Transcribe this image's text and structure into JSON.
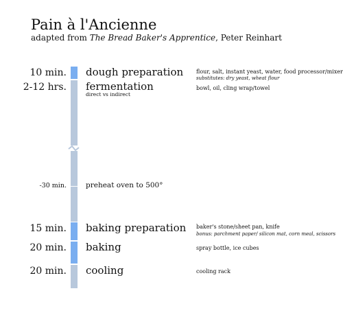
{
  "header": {
    "title": "Pain à l'Ancienne",
    "subtitle_prefix": "adapted from",
    "book": "The Bread Baker's Apprentice",
    "author": ", Peter Reinhart"
  },
  "colors": {
    "active": "#7aaef0",
    "track": "#b8c8dc",
    "divider": "#ffffff"
  },
  "steps": [
    {
      "duration": "10 min.",
      "label": "dough preparation",
      "note": "",
      "tools": "flour, salt, instant yeast, water, food processor/mixer",
      "alt": "substitutes: dry yeast, wheat flour"
    },
    {
      "duration": "2-12 hrs.",
      "label": "fermentation",
      "note": "direct vs indirect",
      "tools": "bowl, oil, cling wrap/towel",
      "alt": ""
    },
    {
      "duration": "-30 min.",
      "label": "preheat oven to 500°",
      "note": "",
      "tools": "",
      "alt": ""
    },
    {
      "duration": "15 min.",
      "label": "baking preparation",
      "note": "",
      "tools": "baker's stone/sheet pan, knife",
      "alt": "bonus: parchment paper/ silicon mat, corn meal, scissors"
    },
    {
      "duration": "20 min.",
      "label": "baking",
      "note": "",
      "tools": "spray bottle, ice cubes",
      "alt": ""
    },
    {
      "duration": "20 min.",
      "label": "cooling",
      "note": "",
      "tools": "cooling rack",
      "alt": ""
    }
  ]
}
